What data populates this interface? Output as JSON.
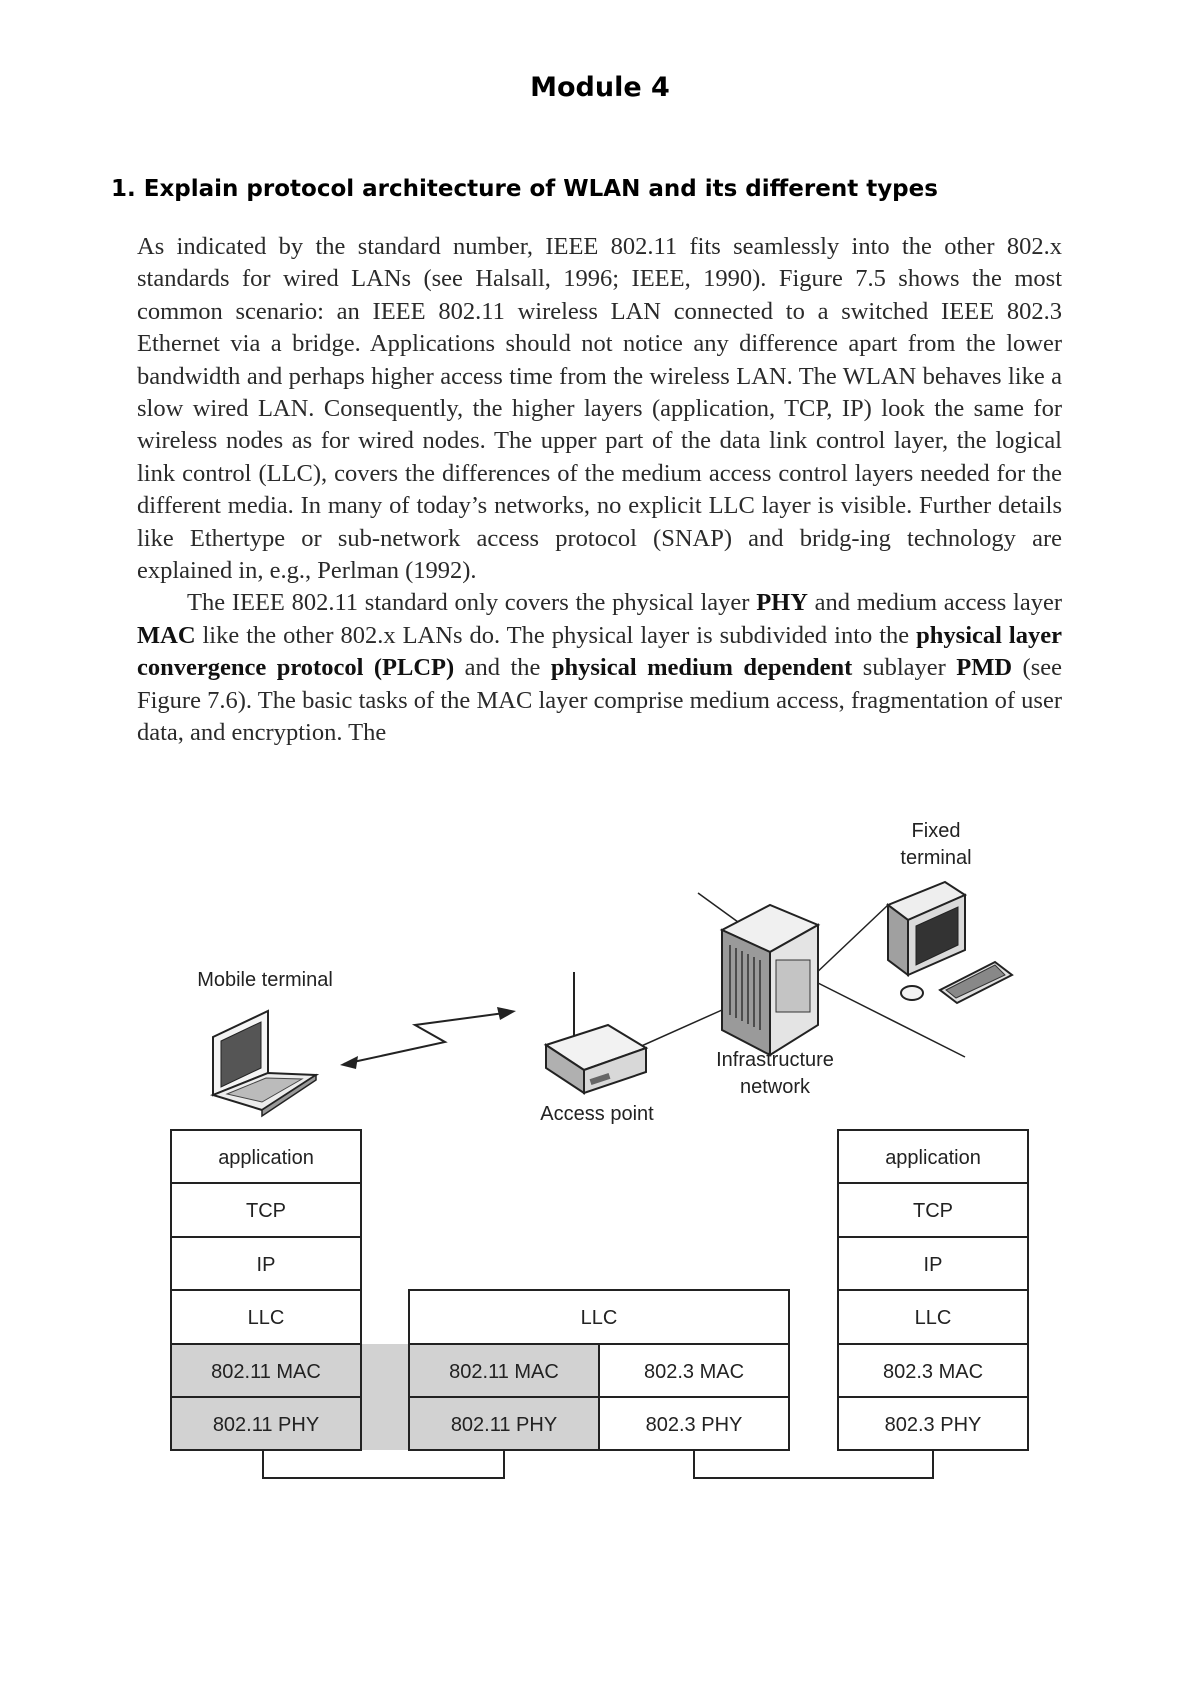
{
  "header": {
    "title": "Module 4"
  },
  "question": {
    "text": "1. Explain protocol architecture of WLAN and its different types"
  },
  "paragraph1": "As indicated by the standard number, IEEE 802.11 fits seamlessly into the other 802.x standards for wired LANs (see Halsall, 1996; IEEE, 1990). Figure 7.5 shows the most common scenario: an IEEE 802.11 wireless LAN connected to a switched IEEE 802.3 Ethernet via a bridge. Applications should not notice any difference apart from the lower bandwidth and perhaps higher access time from the wireless LAN. The WLAN behaves like a slow wired LAN. Consequently, the higher layers (application, TCP, IP) look the same for wireless nodes as for wired nodes. The upper part of the data link control layer, the logical link control (LLC), covers the differences of the medium access control layers needed for the different media. In many of today’s networks, no explicit LLC layer is visible. Further details like Ethertype or sub-network access protocol (SNAP) and bridg-ing technology are explained in, e.g., Perlman (1992).",
  "paragraph2": {
    "t1": "The IEEE 802.11 standard only covers the physical layer ",
    "b1": "PHY",
    "t2": " and medium access layer ",
    "b2": "MAC",
    "t3": " like the other 802.x LANs do. The physical layer is subdivided into the ",
    "b3": "physical layer convergence protocol (PLCP)",
    "t4": " and the ",
    "b4": "physical medium dependent",
    "t5": " sublayer ",
    "b5": "PMD",
    "t6": " (see Figure 7.6). The basic tasks of the MAC layer comprise medium access, fragmentation of user data, and encryption. The"
  },
  "figure": {
    "labels": {
      "fixed_terminal_1": "Fixed",
      "fixed_terminal_2": "terminal",
      "mobile_terminal": "Mobile terminal",
      "infrastructure_1": "Infrastructure",
      "infrastructure_2": "network",
      "access_point": "Access point"
    },
    "stack_mobile": [
      "application",
      "TCP",
      "IP",
      "LLC",
      "802.11 MAC",
      "802.11 PHY"
    ],
    "stack_access_point": {
      "llc": "LLC",
      "mac_wireless": "802.11 MAC",
      "mac_wired": "802.3 MAC",
      "phy_wireless": "802.11 PHY",
      "phy_wired": "802.3 PHY"
    },
    "stack_fixed": [
      "application",
      "TCP",
      "IP",
      "LLC",
      "802.3 MAC",
      "802.3 PHY"
    ],
    "colors": {
      "shade": "#d2d2d2",
      "line": "#222222"
    }
  }
}
